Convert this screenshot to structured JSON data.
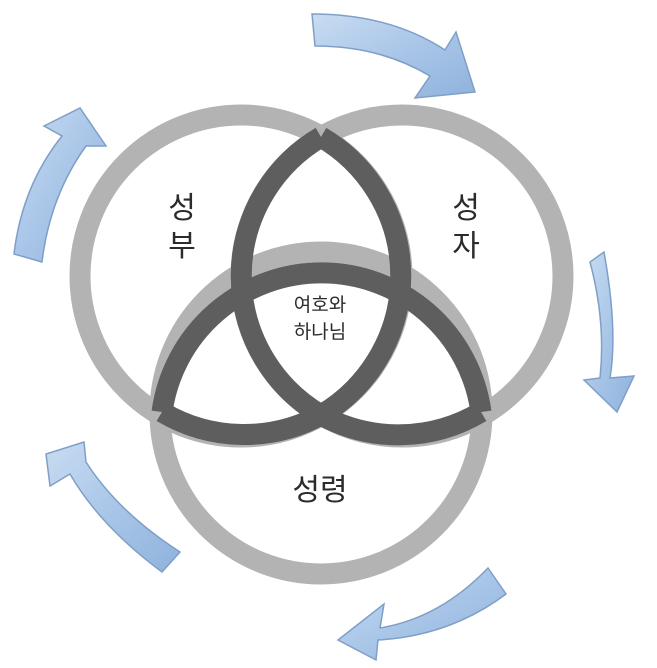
{
  "diagram": {
    "circles": {
      "father": {
        "label_lines": [
          "성",
          "부"
        ]
      },
      "son": {
        "label_lines": [
          "성",
          "자"
        ]
      },
      "spirit": {
        "label": "성령"
      }
    },
    "center": {
      "label_lines": [
        "여호와",
        "하나님"
      ]
    },
    "colors": {
      "ring_light": "#b3b3b3",
      "ring_dark": "#5e5e5e",
      "arrow_fill": "#a9c6e8",
      "arrow_edge": "#7f9fc7"
    }
  }
}
